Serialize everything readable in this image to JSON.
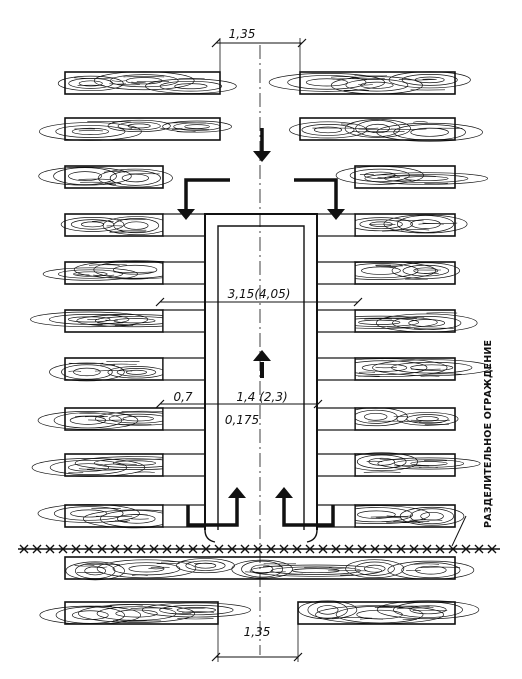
{
  "diagram": {
    "dimensions": {
      "top_width": "1,35",
      "bottom_width": "1,35",
      "chamber_outer_width": "3,15(4,05)",
      "side_width": "0,7",
      "chamber_inner_width": "1,4 (2,3)",
      "wall_thickness": "0,175"
    },
    "fence_label": "РАЗДЕЛИТЕЛЬНОЕ ОГРАЖДЕНИЕ",
    "colors": {
      "ink": "#111111",
      "paper": "#ffffff"
    }
  }
}
